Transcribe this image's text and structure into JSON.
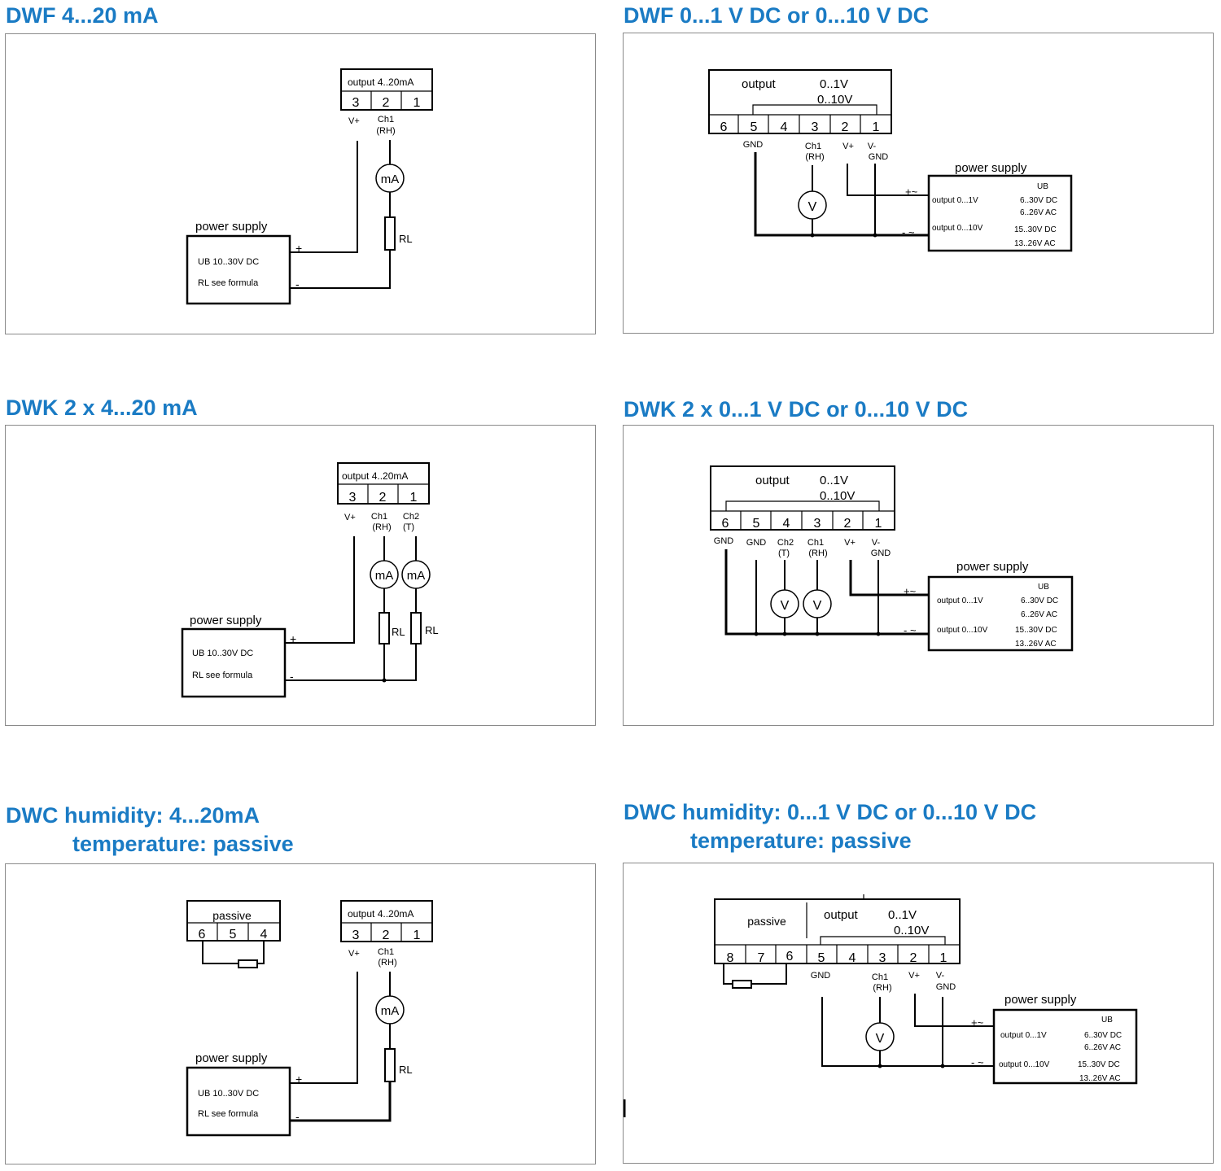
{
  "titles": {
    "p1": "DWF 4...20 mA",
    "p2": "DWF 0...1 V DC or 0...10 V DC",
    "p3": "DWK  2 x 4...20 mA",
    "p4": "DWK  2 x 0...1 V DC or 0...10 V DC",
    "p5a": "DWC  humidity: 4...20mA",
    "p5b": "temperature: passive",
    "p6a": "DWC  humidity: 0...1 V DC or 0...10 V DC",
    "p6b": "temperature: passive"
  },
  "labels": {
    "output_ma": "output  4..20mA",
    "output": "output",
    "v01": "0..1V",
    "v010": "0..10V",
    "passive": "passive",
    "power_supply": "power supply",
    "ub_ma": "UB 10..30V DC",
    "rl_formula": "RL see formula",
    "rl": "RL",
    "ma": "mA",
    "v": "V",
    "vplus": "V+",
    "vminus": "V-",
    "gnd": "GND",
    "ch1": "Ch1",
    "rh": "(RH)",
    "ch2": "Ch2",
    "t": "(T)",
    "plus": "+",
    "minus": "-",
    "plus_ac": "+~",
    "minus_ac": "- ~",
    "ub": "UB",
    "out01": "output 0...1V",
    "out010": "output 0...10V",
    "r630dc": "6..30V DC",
    "r626ac": "6..26V AC",
    "r1530dc": "15..30V DC",
    "r1326ac": "13..26V AC"
  },
  "terminals": {
    "t1": "1",
    "t2": "2",
    "t3": "3",
    "t4": "4",
    "t5": "5",
    "t6": "6",
    "t7": "7",
    "t8": "8"
  }
}
